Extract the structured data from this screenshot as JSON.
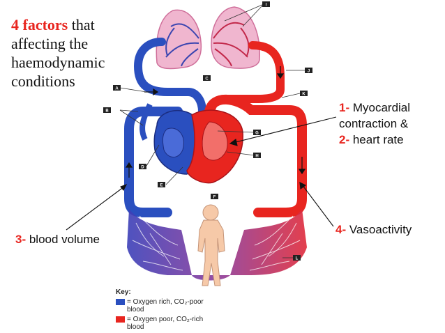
{
  "heading": {
    "highlight": "4 factors",
    "rest": " that affecting the haemodynamic conditions"
  },
  "callouts": {
    "myocardial": {
      "num1": "1-",
      "text1": " Myocardial contraction &",
      "num2": "2-",
      "text2": "  heart rate"
    },
    "blood_volume": {
      "num": "3-",
      "text": " blood volume"
    },
    "vasoactivity": {
      "num": "4-",
      "text": " Vasoactivity"
    }
  },
  "diagram_labels": {
    "A": "A",
    "B": "B",
    "C": "C",
    "D": "D",
    "E": "E",
    "F": "F",
    "G": "G",
    "H": "H",
    "I": "I",
    "J": "J",
    "K": "K",
    "L": "L"
  },
  "key": {
    "title": "Key:",
    "rich": "= Oxygen rich, CO₂-poor blood",
    "poor": "= Oxygen poor, CO₂-rich blood"
  },
  "colors": {
    "accent_red": "#e8251f",
    "oxygen_rich_blue": "#2a4fbf",
    "oxygen_poor_red": "#e8251f",
    "lung_pink": "#f0b6cf"
  }
}
